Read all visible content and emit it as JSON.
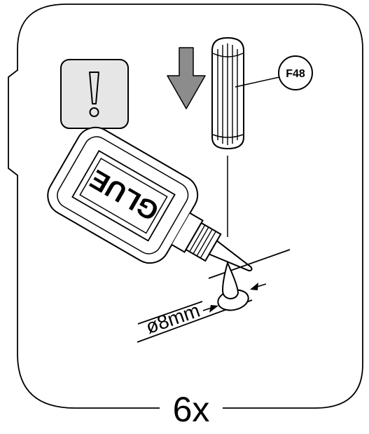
{
  "part_label": "F48",
  "bottle_label": "GLUE",
  "hole_diameter": "ø8mm",
  "quantity": "6x",
  "icons": {
    "warning": "exclamation-icon",
    "direction": "down-arrow-icon"
  },
  "colors": {
    "line": "#000000",
    "background": "#ffffff",
    "warning_box_fill": "#e6e6e6",
    "arrow_fill": "#8c8c8c",
    "dowel_fill": "#ffffff"
  }
}
